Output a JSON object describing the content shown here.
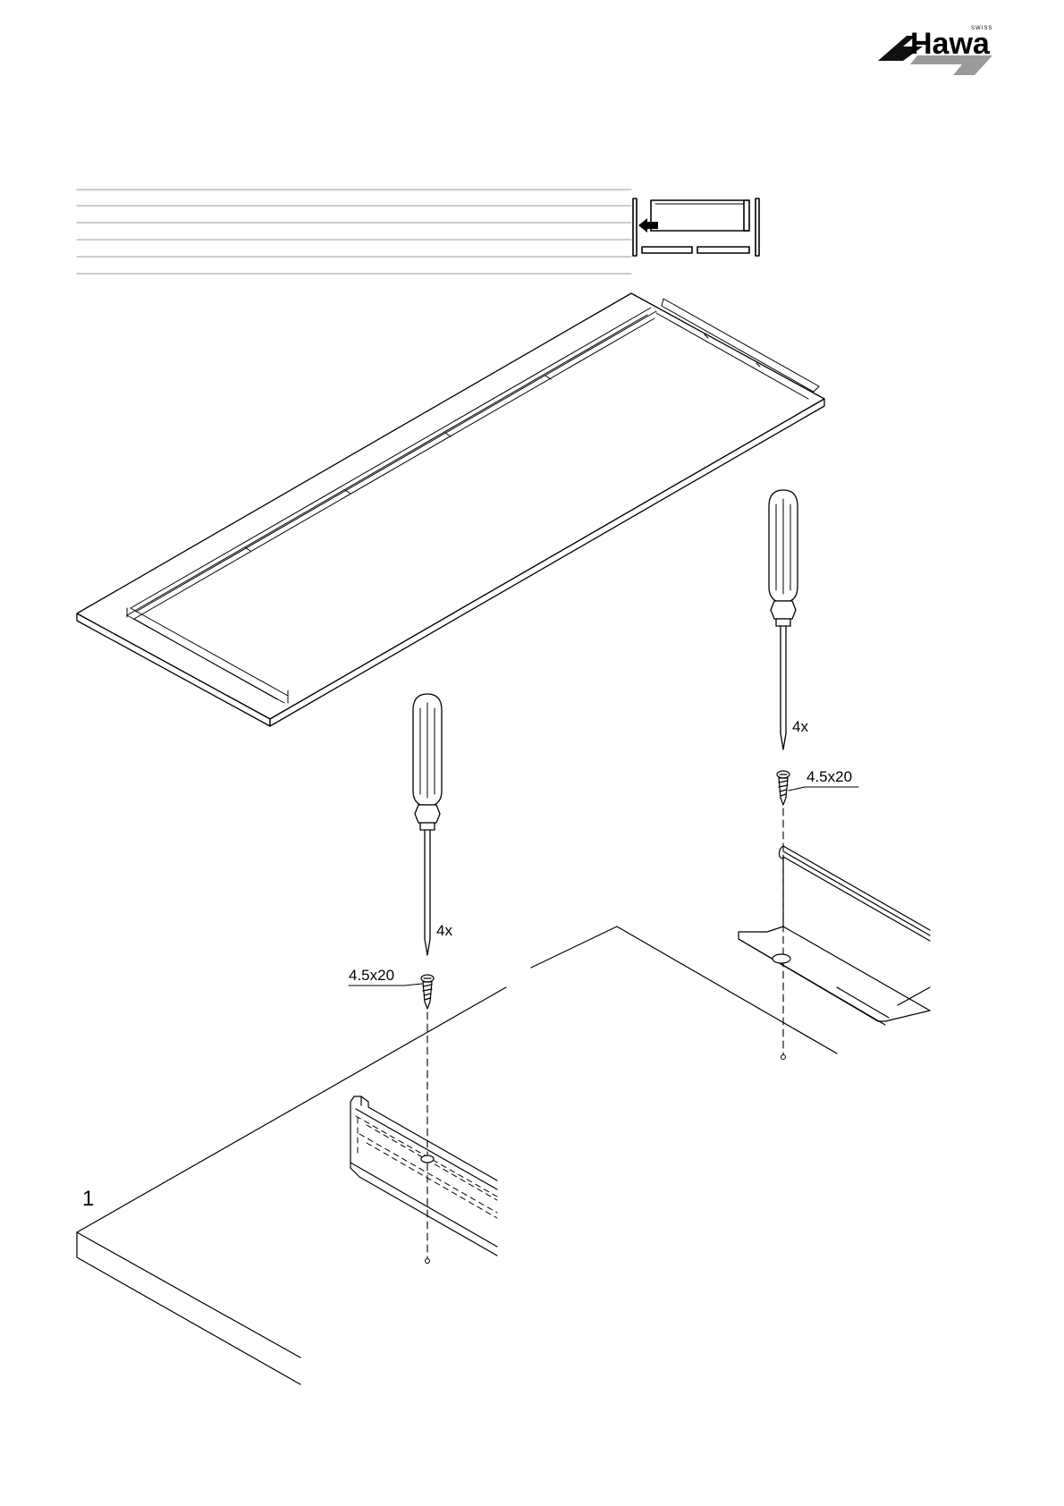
{
  "brand": {
    "name": "Hawa",
    "tagline": "SWISS"
  },
  "step_number": "1",
  "annotations": {
    "left": {
      "count": "4x",
      "screw": "4.5x20"
    },
    "right": {
      "count": "4x",
      "screw": "4.5x20"
    }
  }
}
